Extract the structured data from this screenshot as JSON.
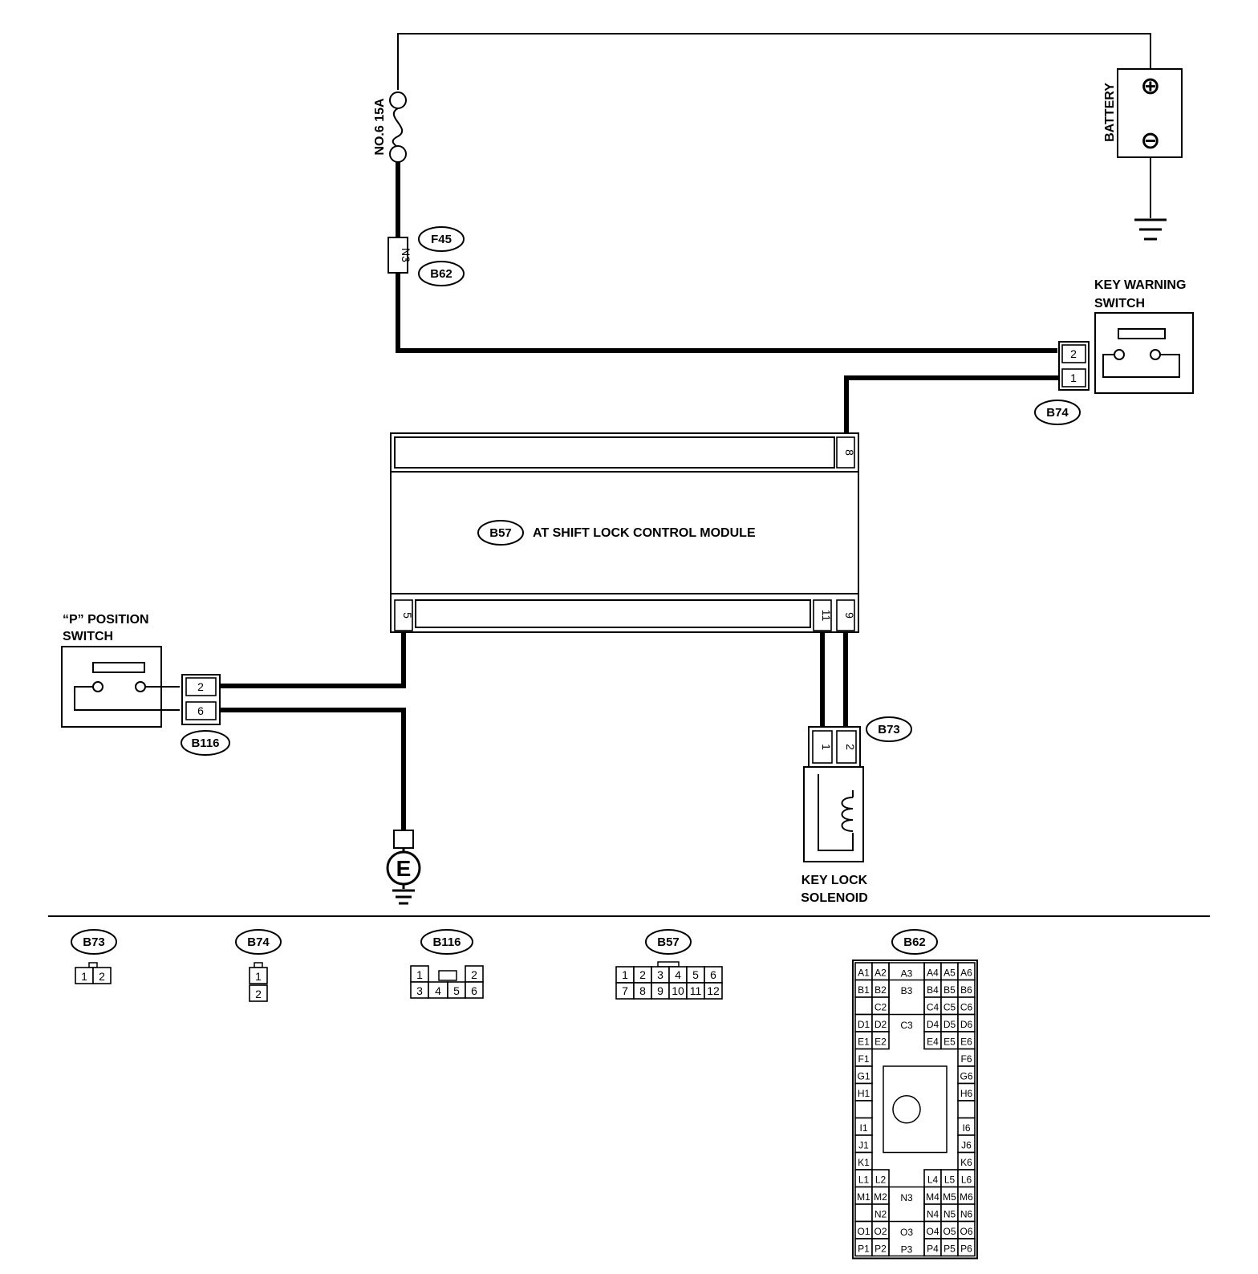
{
  "components": {
    "battery": "BATTERY",
    "fuse": "NO.6 15A",
    "key_warning_switch": [
      "KEY WARNING",
      "SWITCH"
    ],
    "module_tag": "B57",
    "module_name": "AT SHIFT LOCK CONTROL MODULE",
    "p_switch": [
      "“P” POSITION",
      "SWITCH"
    ],
    "key_lock_solenoid": [
      "KEY LOCK",
      "SOLENOID"
    ],
    "ground": "E"
  },
  "symbols": {
    "positive": "⊕",
    "negative": "⊖"
  },
  "tags": {
    "f45": "F45",
    "b62": "B62",
    "b74": "B74",
    "b116": "B116",
    "b73": "B73"
  },
  "pins": {
    "n3": "N3",
    "kws_top": "2",
    "kws_bot": "1",
    "module_8": "8",
    "module_5": "5",
    "module_11": "11",
    "module_9": "9",
    "p_top": "2",
    "p_bot": "6",
    "sol_left": "1",
    "sol_right": "2"
  },
  "connectors": {
    "b73": {
      "tag": "B73",
      "pins": [
        "1",
        "2"
      ]
    },
    "b74": {
      "tag": "B74",
      "pins": [
        "1",
        "2"
      ]
    },
    "b116": {
      "tag": "B116",
      "row1": [
        "1",
        "2"
      ],
      "row2": [
        "3",
        "4",
        "5",
        "6"
      ]
    },
    "b57": {
      "tag": "B57",
      "row1": [
        "1",
        "2",
        "3",
        "4",
        "5",
        "6"
      ],
      "row2": [
        "7",
        "8",
        "9",
        "10",
        "11",
        "12"
      ]
    },
    "b62": {
      "tag": "B62",
      "rows": [
        {
          "left": [
            "A1",
            "A2"
          ],
          "center": "A3",
          "right": [
            "A4",
            "A5",
            "A6"
          ]
        },
        {
          "left": [
            "B1",
            "B2"
          ],
          "center": "B3",
          "right": [
            "B4",
            "B5",
            "B6"
          ]
        },
        {
          "left": [
            "",
            "C2"
          ],
          "center": "",
          "right": [
            "C4",
            "C5",
            "C6"
          ]
        },
        {
          "left": [
            "D1",
            "D2"
          ],
          "center": "C3",
          "right": [
            "D4",
            "D5",
            "D6"
          ]
        },
        {
          "left": [
            "E1",
            "E2"
          ],
          "center": "",
          "right": [
            "E4",
            "E5",
            "E6"
          ]
        },
        {
          "left": [
            "F1"
          ],
          "center": "",
          "right": [
            "F6"
          ]
        },
        {
          "left": [
            "G1"
          ],
          "center": "",
          "right": [
            "G6"
          ]
        },
        {
          "left": [
            "H1"
          ],
          "center": "",
          "right": [
            "H6"
          ]
        },
        {
          "left": [
            ""
          ],
          "center": "",
          "right": [
            ""
          ]
        },
        {
          "left": [
            "I1"
          ],
          "center": "",
          "right": [
            "I6"
          ]
        },
        {
          "left": [
            "J1"
          ],
          "center": "",
          "right": [
            "J6"
          ]
        },
        {
          "left": [
            "K1"
          ],
          "center": "",
          "right": [
            "K6"
          ]
        },
        {
          "left": [
            "L1",
            "L2"
          ],
          "center": "",
          "right": [
            "L4",
            "L5",
            "L6"
          ]
        },
        {
          "left": [
            "M1",
            "M2"
          ],
          "center": "N3",
          "right": [
            "M4",
            "M5",
            "M6"
          ]
        },
        {
          "left": [
            "",
            "N2"
          ],
          "center": "",
          "right": [
            "N4",
            "N5",
            "N6"
          ]
        },
        {
          "left": [
            "O1",
            "O2"
          ],
          "center": "O3",
          "right": [
            "O4",
            "O5",
            "O6"
          ]
        },
        {
          "left": [
            "P1",
            "P2"
          ],
          "center": "P3",
          "right": [
            "P4",
            "P5",
            "P6"
          ]
        }
      ]
    }
  }
}
